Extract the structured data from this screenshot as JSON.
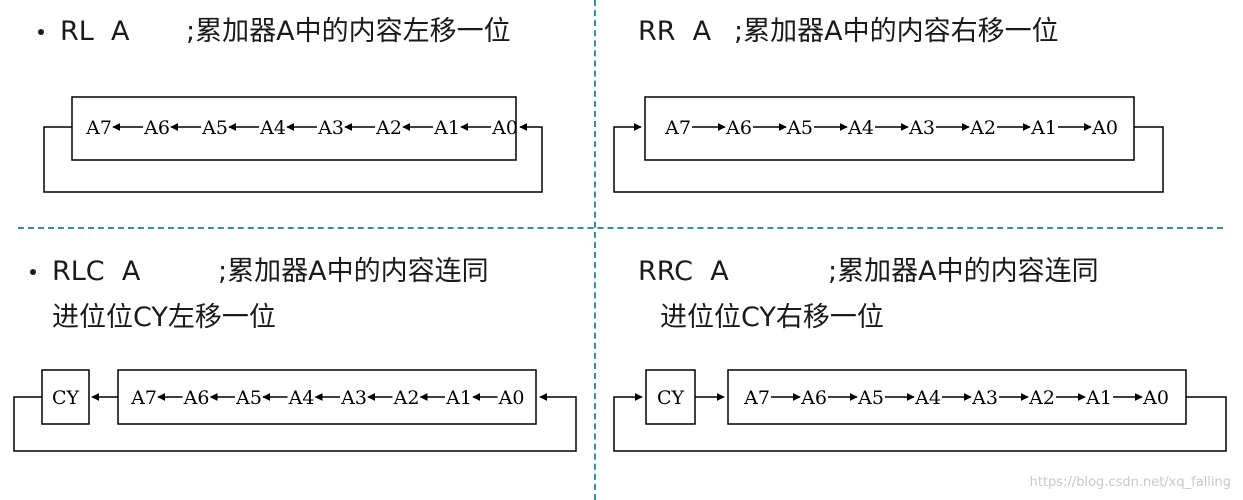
{
  "panels": {
    "rl": {
      "instruction": "RL  A",
      "comment": ";累加器A中的内容左移一位",
      "bits": [
        "A7",
        "A6",
        "A5",
        "A4",
        "A3",
        "A2",
        "A1",
        "A0"
      ]
    },
    "rr": {
      "instruction": "RR  A",
      "comment": ";累加器A中的内容右移一位",
      "bits": [
        "A7",
        "A6",
        "A5",
        "A4",
        "A3",
        "A2",
        "A1",
        "A0"
      ]
    },
    "rlc": {
      "instruction": "RLC  A",
      "comment_line1": ";累加器A中的内容连同",
      "comment_line2": "进位位CY左移一位",
      "carry": "CY",
      "bits": [
        "A7",
        "A6",
        "A5",
        "A4",
        "A3",
        "A2",
        "A1",
        "A0"
      ]
    },
    "rrc": {
      "instruction": "RRC  A",
      "comment_line1": ";累加器A中的内容连同",
      "comment_line2": "进位位CY右移一位",
      "carry": "CY",
      "bits": [
        "A7",
        "A6",
        "A5",
        "A4",
        "A3",
        "A2",
        "A1",
        "A0"
      ]
    }
  },
  "watermark": "https://blog.csdn.net/xq_falling",
  "colors": {
    "divider": "#3e8aa0",
    "line": "#000000",
    "text": "#1a1a1a"
  }
}
